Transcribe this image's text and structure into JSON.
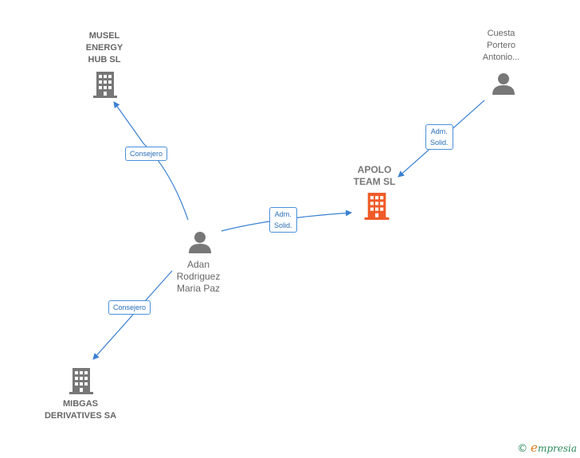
{
  "nodes": {
    "musel": {
      "label": "MUSEL\nENERGY\nHUB  SL"
    },
    "cuesta": {
      "label": "Cuesta\nPortero\nAntonio..."
    },
    "apolo": {
      "label": "APOLO\nTEAM  SL"
    },
    "adan": {
      "label": "Adan\nRodriguez\nMaria Paz"
    },
    "mibgas": {
      "label": "MIBGAS\nDERIVATIVES SA"
    }
  },
  "edges": {
    "adan_musel": {
      "label": "Consejero"
    },
    "cuesta_apolo": {
      "label": "Adm.\nSolid."
    },
    "adan_apolo": {
      "label": "Adm.\nSolid."
    },
    "adan_mibgas": {
      "label": "Consejero"
    }
  },
  "footer": {
    "copyright": "©",
    "brand_initial": "e",
    "brand_rest": "mpresia"
  },
  "colors": {
    "edge": "#3a80d2",
    "icon": "#777777",
    "target_icon": "#f05a28"
  }
}
